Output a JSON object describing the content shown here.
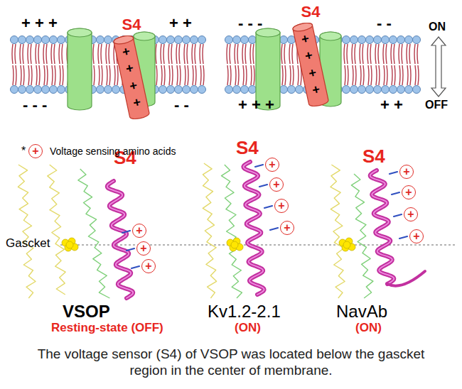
{
  "diagram": {
    "caption": "The voltage sensor (S4) of VSOP was located below the gascket region in the center of membrane.",
    "nodes": [
      {
        "text": [
          "S4",
          "+ + + +"
        ]
      },
      {
        "text": [
          "S4",
          "+ + + +"
        ]
      },
      {
        "text": [
          "+"
        ]
      },
      {
        "text": [
          "+"
        ]
      },
      {
        "text": [
          "+"
        ]
      },
      {
        "text": [
          "+"
        ]
      },
      {
        "text": [
          "+"
        ]
      },
      {
        "text": [
          "+"
        ]
      },
      {
        "text": [
          "+"
        ]
      },
      {
        "text": [
          "+"
        ]
      },
      {
        "text": [
          "+"
        ]
      },
      {
        "text": [
          "+"
        ]
      },
      {
        "text": [
          "+"
        ]
      },
      {
        "text": [
          "+"
        ]
      }
    ],
    "labels": [
      "+ + +",
      "+ +",
      "- - -",
      "- -",
      "- - -",
      "- -",
      "+ + +",
      "+ +",
      "ON",
      "OFF",
      "*",
      "S4",
      "Gascket",
      "VSOP",
      "Resting-state (OFF)",
      "S4",
      "Kv1.2-2.1",
      "(ON)",
      "S4",
      "NavAb",
      "(ON)"
    ],
    "legend": [
      {
        "text": "Voltage sensing amino acids"
      }
    ]
  }
}
